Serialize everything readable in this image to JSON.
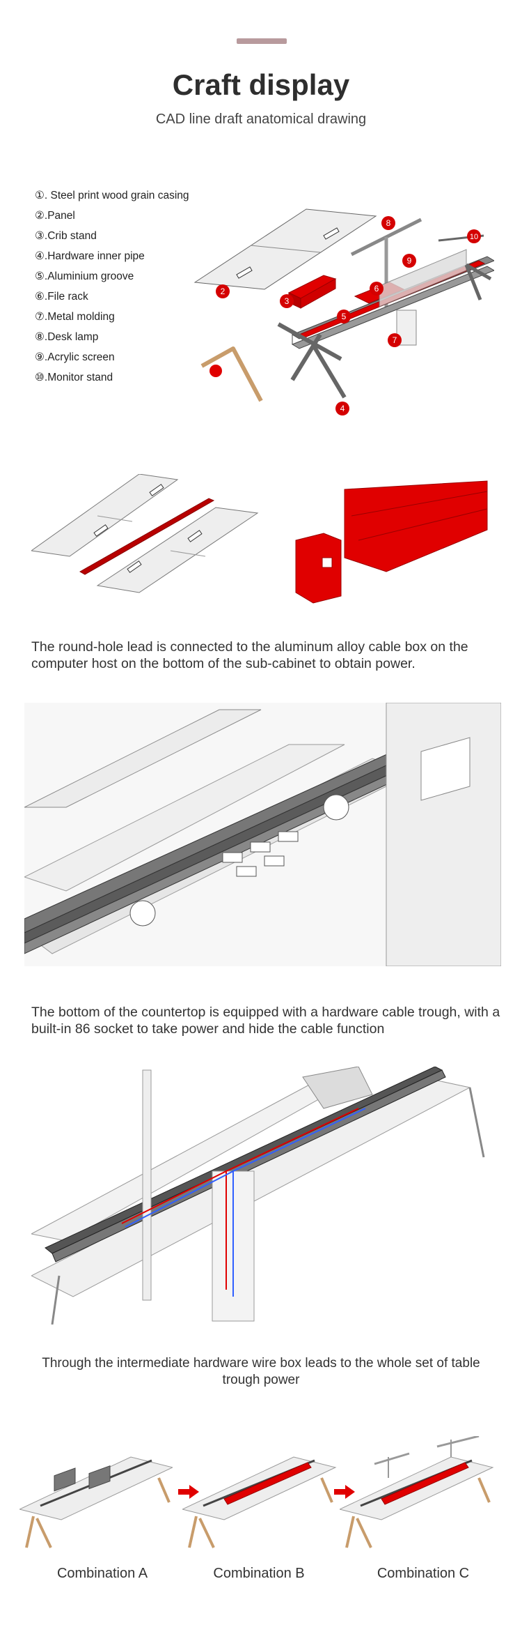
{
  "header": {
    "title": "Craft display",
    "subtitle": "CAD line draft anatomical drawing"
  },
  "legend": {
    "items": [
      "①. Steel print wood grain casing",
      "②.Panel",
      "③.Crib stand",
      "④.Hardware inner pipe",
      "⑤.Aluminium groove",
      "⑥.File rack",
      "⑦.Metal molding",
      "⑧.Desk lamp",
      "⑨.Acrylic screen",
      "⑩.Monitor stand"
    ]
  },
  "callouts": [
    "2",
    "3",
    "4",
    "5",
    "6",
    "7",
    "8",
    "9",
    "10"
  ],
  "captions": {
    "round_hole": "The round-hole lead is connected to the aluminum alloy cable box on the computer host on the bottom of the sub-cabinet to obtain power.",
    "countertop": "The bottom of the countertop is equipped with a hardware cable trough, with a built-in 86 socket to take power and hide the cable function",
    "intermediate": "Through the intermediate hardware wire box leads to the whole set of table trough power"
  },
  "combinations": {
    "a": "Combination A",
    "b": "Combination B",
    "c": "Combination C"
  },
  "colors": {
    "accent_red": "#e00000",
    "top_bar": "#b89a9d",
    "line_gray": "#555555"
  }
}
